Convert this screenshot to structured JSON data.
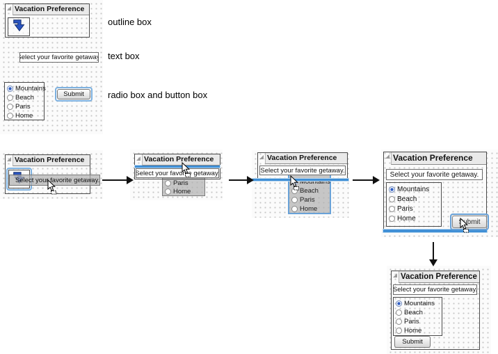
{
  "form": {
    "title": "Vacation Preference",
    "prompt": "Select your favorite getaway.",
    "options": [
      "Mountains",
      "Beach",
      "Paris",
      "Home"
    ],
    "selected_option": "Mountains",
    "submit_label": "Submit"
  },
  "legend": {
    "outline_box_label": "outline box",
    "text_box_label": "text box",
    "radio_button_box_label": "radio box and button box"
  },
  "icons": {
    "arrow_button_icon": "blue-down-arrow",
    "disclosure_icon": "collapse-triangle",
    "cursor_icon": "drag-pointer"
  },
  "colors": {
    "insertion_line": "#3f8fd6",
    "focus_ring": "#7db1e0",
    "arrow_icon_blue": "#2b55c2",
    "radio_selected": "#2f5ec4",
    "header_background": "#e9e9e9"
  }
}
